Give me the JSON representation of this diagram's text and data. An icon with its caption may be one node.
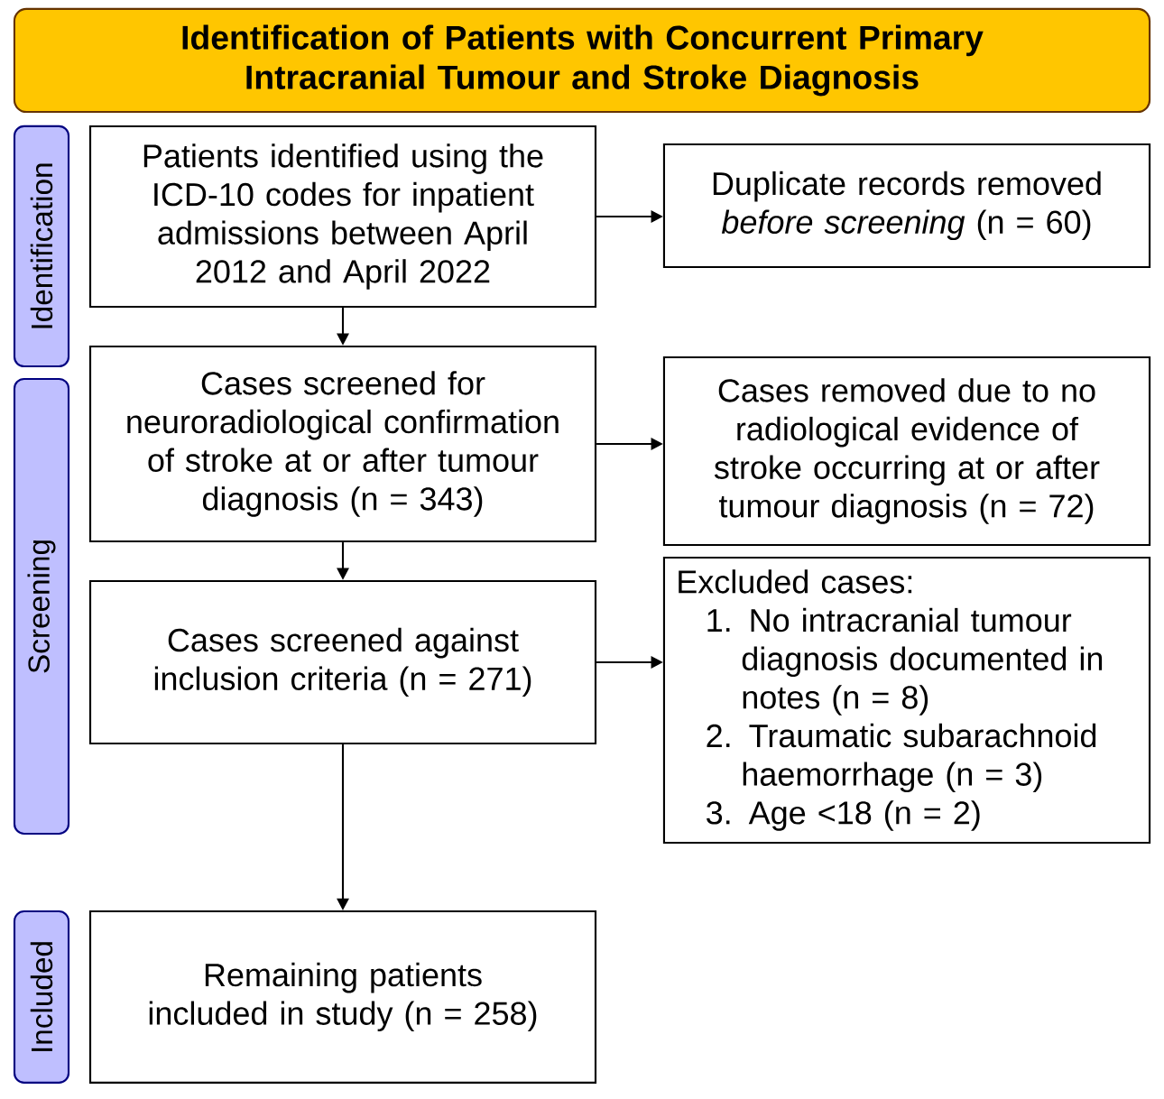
{
  "diagram": {
    "title": "Identification of Patients with Concurrent Primary Intracranial Tumour and Stroke Diagnosis",
    "nodes": [
      {
        "text": [
          "Identification"
        ]
      },
      {
        "text": [
          "Patients identified using the ICD-10 codes for inpatient admissions between April 2012 and April 2022"
        ]
      },
      {
        "text": [
          "Duplicate records removed *before screening* (n = 60)"
        ]
      },
      {
        "text": [
          "Screening"
        ]
      },
      {
        "text": [
          "Cases screened for neuroradiological confirmation of stroke at or after tumour diagnosis (n = 343)"
        ]
      },
      {
        "text": [
          "Cases removed due to no radiological evidence of stroke occurring at or after tumour diagnosis (n = 72)"
        ]
      },
      {
        "text": [
          "Cases screened against inclusion criteria (n = 271)"
        ]
      },
      {
        "text": [
          "Excluded cases:",
          "1. No intracranial tumour diagnosis documented in notes (n = 8)",
          "2. Traumatic subarachnoid haemorrhage (n = 3)",
          "3. Age <18 (n = 2)"
        ]
      },
      {
        "text": [
          "Included"
        ]
      },
      {
        "text": [
          "Remaining patients included in study (n = 258)"
        ]
      }
    ],
    "edges": [
      {
        "from": 1,
        "to": 2,
        "arrow": "to"
      },
      {
        "from": 1,
        "to": 4,
        "arrow": "to"
      },
      {
        "from": 4,
        "to": 5,
        "arrow": "to"
      },
      {
        "from": 4,
        "to": 6,
        "arrow": "to"
      },
      {
        "from": 6,
        "to": 7,
        "arrow": "to"
      },
      {
        "from": 6,
        "to": 9,
        "arrow": "to"
      }
    ]
  }
}
